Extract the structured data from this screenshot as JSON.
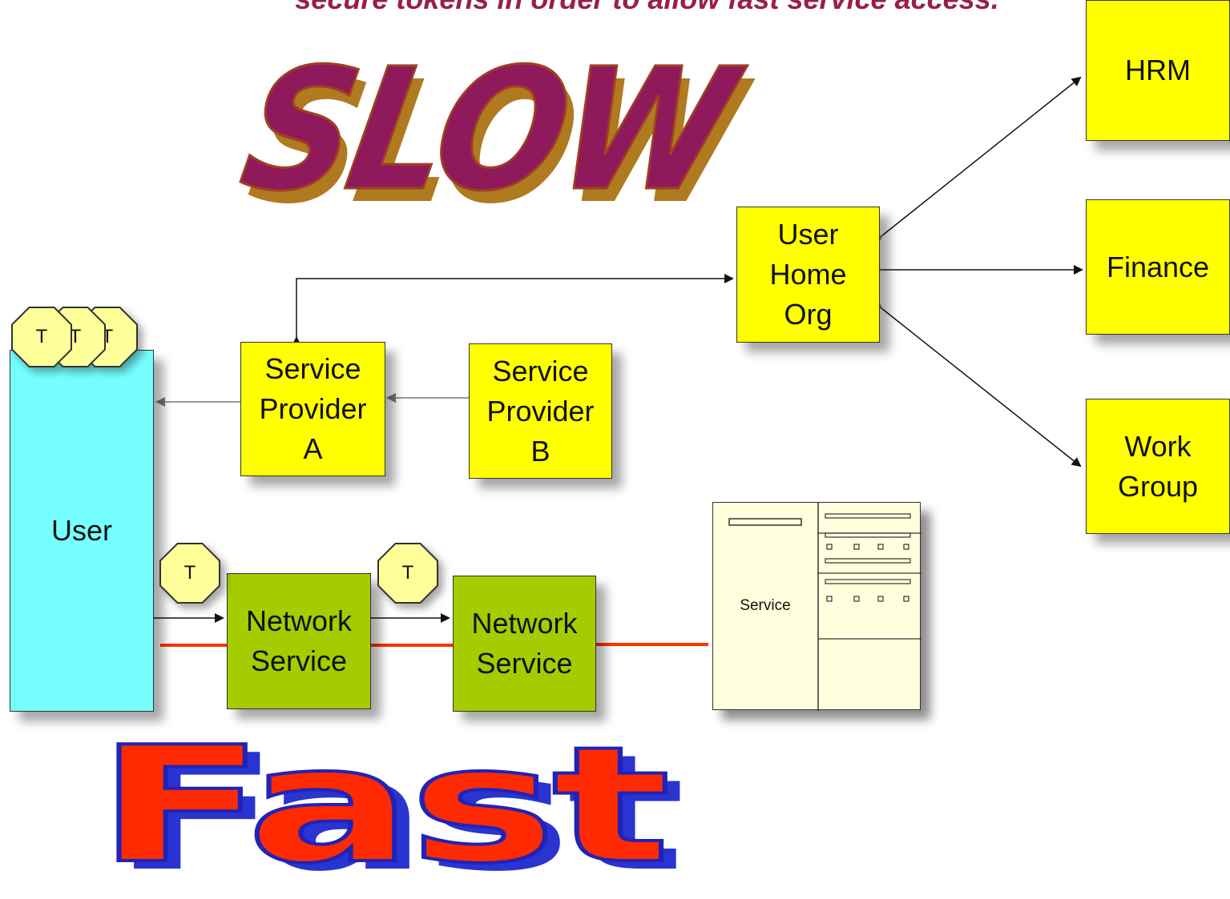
{
  "caption": "secure tokens in order to allow fast service access.",
  "slow_word": "SLOW",
  "fast_word": "Fast",
  "nodes": {
    "hrm": "HRM",
    "finance": "Finance",
    "work_group": "Work\nGroup",
    "user_home_org": "User\nHome\nOrg",
    "service_provider_a": "Service\nProvider\nA",
    "service_provider_b": "Service\nProvider\nB",
    "user": "User",
    "network_service_1": "Network\nService",
    "network_service_2": "Network\nService",
    "service": "Service"
  },
  "tokens": {
    "stack": [
      "T",
      "T",
      "T"
    ],
    "token_1": "T",
    "token_2": "T"
  },
  "colors": {
    "yellow_node": "#ffff00",
    "green_node": "#a4cc00",
    "user_node": "#75ffff",
    "token_fill": "#ffff99",
    "fast_path": "#ff3300",
    "slow_word": "#8e1a5c",
    "fast_word": "#ff2a00"
  }
}
